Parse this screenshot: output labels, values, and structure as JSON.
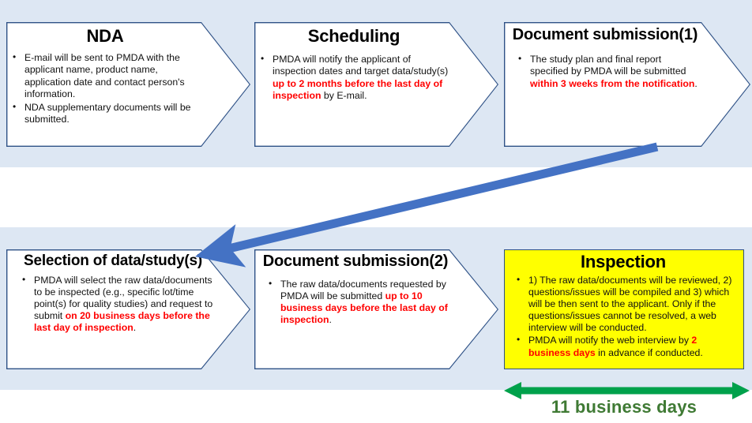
{
  "palette": {
    "band_bg": "#dde7f3",
    "box_border": "#2e5186",
    "box_bg": "#ffffff",
    "highlight_box_bg": "#ffff00",
    "emphasis_text": "#ff0000",
    "flow_arrow": "#4472c4",
    "duration_arrow": "#00a14b",
    "duration_label": "#3f7a34"
  },
  "boxes": [
    {
      "id": "nda",
      "title": "NDA",
      "bullets": [
        [
          {
            "t": "E-mail will be sent to PMDA with the applicant name, product name, application date and contact person's information.",
            "em": false
          }
        ],
        [
          {
            "t": "NDA supplementary documents will be submitted.",
            "em": false
          }
        ]
      ]
    },
    {
      "id": "scheduling",
      "title": "Scheduling",
      "bullets": [
        [
          {
            "t": "PMDA will notify the applicant of inspection dates and target data/study(s) ",
            "em": false
          },
          {
            "t": "up to 2 months before the last day of inspection",
            "em": true
          },
          {
            "t": " by E-mail.",
            "em": false
          }
        ]
      ]
    },
    {
      "id": "document-submission-1",
      "title": "Document submission(1)",
      "bullets": [
        [
          {
            "t": "The study plan and final report specified by PMDA will be submitted ",
            "em": false
          },
          {
            "t": "within 3 weeks from the notification",
            "em": true
          },
          {
            "t": ".",
            "em": false
          }
        ]
      ]
    },
    {
      "id": "selection-of-data-studies",
      "title": "Selection of data/study(s)",
      "bullets": [
        [
          {
            "t": "PMDA will select the raw data/documents to be inspected (e.g., specific lot/time point(s) for quality studies) and request to submit ",
            "em": false
          },
          {
            "t": "on 20 business days before the last day of inspection",
            "em": true
          },
          {
            "t": ".",
            "em": false
          }
        ]
      ]
    },
    {
      "id": "document-submission-2",
      "title": "Document submission(2)",
      "bullets": [
        [
          {
            "t": "The raw data/documents requested by PMDA will be submitted ",
            "em": false
          },
          {
            "t": "up to 10 business days before the last day of inspection",
            "em": true
          },
          {
            "t": ".",
            "em": false
          }
        ]
      ]
    },
    {
      "id": "inspection",
      "title": "Inspection",
      "bullets": [
        [
          {
            "t": "1) The raw data/documents will be reviewed, 2) questions/issues will be compiled and 3) which will be then sent to the applicant. Only if the questions/issues cannot be resolved, a web interview will be conducted.",
            "em": false
          }
        ],
        [
          {
            "t": "PMDA will notify the web interview by ",
            "em": false
          },
          {
            "t": "2 business days",
            "em": true
          },
          {
            "t": " in advance if conducted.",
            "em": false
          }
        ]
      ]
    }
  ],
  "duration": {
    "label": "11 business days"
  }
}
